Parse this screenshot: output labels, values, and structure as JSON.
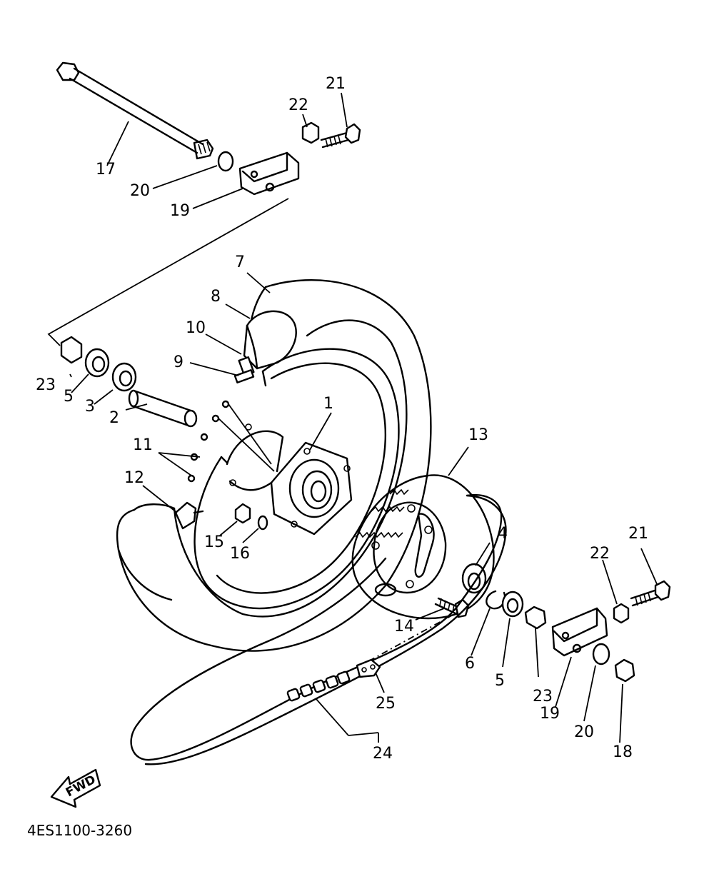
{
  "diagram": {
    "drawing_code": "4ES1100-3260",
    "direction_label": "FWD",
    "callouts": [
      {
        "id": "c1",
        "label": "1"
      },
      {
        "id": "c2",
        "label": "2"
      },
      {
        "id": "c3",
        "label": "3"
      },
      {
        "id": "c4",
        "label": "4"
      },
      {
        "id": "c5a",
        "label": "5"
      },
      {
        "id": "c5b",
        "label": "5"
      },
      {
        "id": "c6",
        "label": "6"
      },
      {
        "id": "c7",
        "label": "7"
      },
      {
        "id": "c8",
        "label": "8"
      },
      {
        "id": "c9",
        "label": "9"
      },
      {
        "id": "c10",
        "label": "10"
      },
      {
        "id": "c11",
        "label": "11"
      },
      {
        "id": "c12",
        "label": "12"
      },
      {
        "id": "c13",
        "label": "13"
      },
      {
        "id": "c14",
        "label": "14"
      },
      {
        "id": "c15",
        "label": "15"
      },
      {
        "id": "c16",
        "label": "16"
      },
      {
        "id": "c17",
        "label": "17"
      },
      {
        "id": "c18",
        "label": "18"
      },
      {
        "id": "c19a",
        "label": "19"
      },
      {
        "id": "c19b",
        "label": "19"
      },
      {
        "id": "c20a",
        "label": "20"
      },
      {
        "id": "c20b",
        "label": "20"
      },
      {
        "id": "c21a",
        "label": "21"
      },
      {
        "id": "c21b",
        "label": "21"
      },
      {
        "id": "c22a",
        "label": "22"
      },
      {
        "id": "c22b",
        "label": "22"
      },
      {
        "id": "c23a",
        "label": "23"
      },
      {
        "id": "c23b",
        "label": "23"
      },
      {
        "id": "c24",
        "label": "24"
      },
      {
        "id": "c25",
        "label": "25"
      }
    ]
  }
}
